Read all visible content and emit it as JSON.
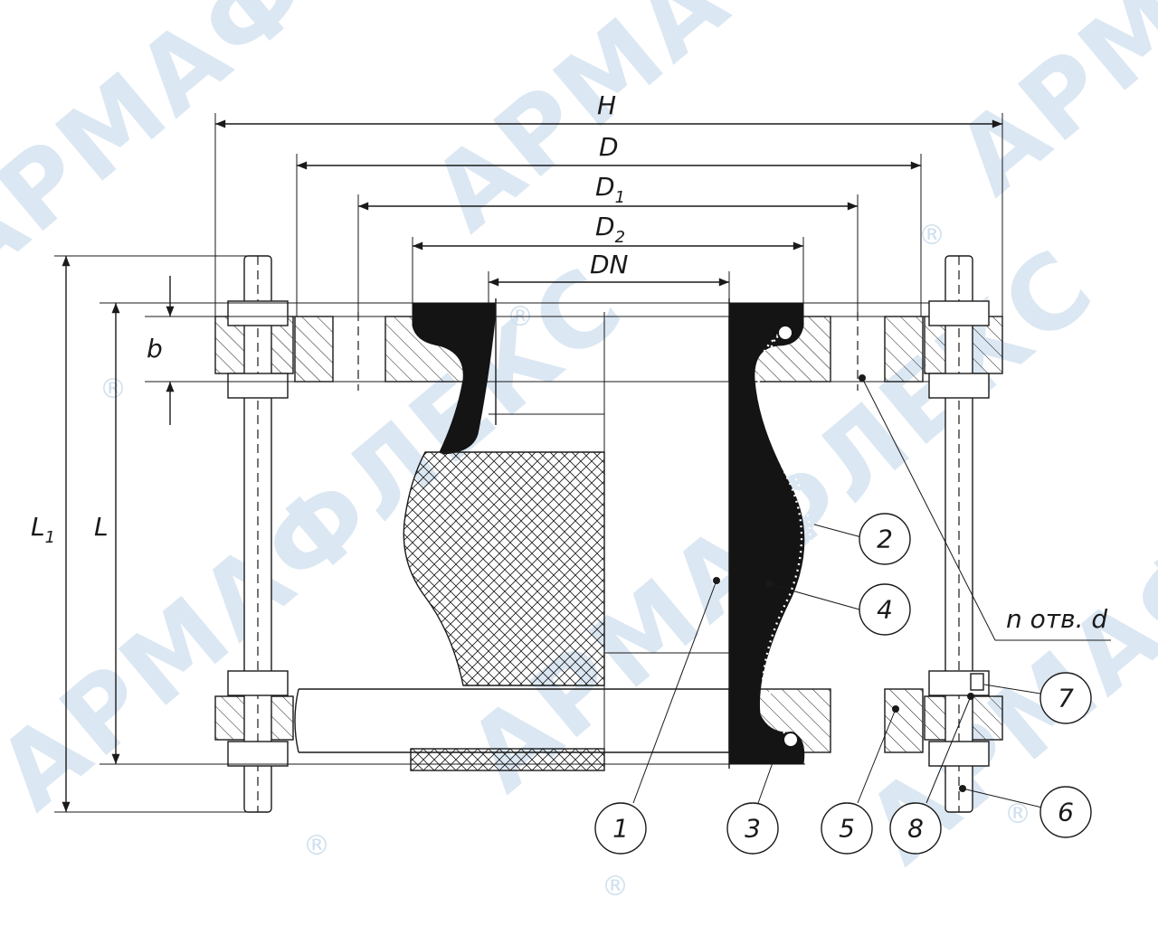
{
  "watermark": {
    "text": "АРМАФЛЕКС",
    "registered": "®",
    "color": "#cfe0ee"
  },
  "dimensions": {
    "H": "H",
    "D": "D",
    "D1_main": "D",
    "D1_sub": "1",
    "D2_main": "D",
    "D2_sub": "2",
    "DN": "DN",
    "b": "b",
    "L": "L",
    "L1_main": "L",
    "L1_sub": "1",
    "holes": "n отв. d"
  },
  "callouts": [
    {
      "id": "1",
      "label": "1"
    },
    {
      "id": "2",
      "label": "2"
    },
    {
      "id": "3",
      "label": "3"
    },
    {
      "id": "4",
      "label": "4"
    },
    {
      "id": "5",
      "label": "5"
    },
    {
      "id": "6",
      "label": "6"
    },
    {
      "id": "7",
      "label": "7"
    },
    {
      "id": "8",
      "label": "8"
    }
  ],
  "colors": {
    "line": "#1a1a1a",
    "rubber": "#141414",
    "cord": "#ffffff",
    "background": "#ffffff"
  }
}
